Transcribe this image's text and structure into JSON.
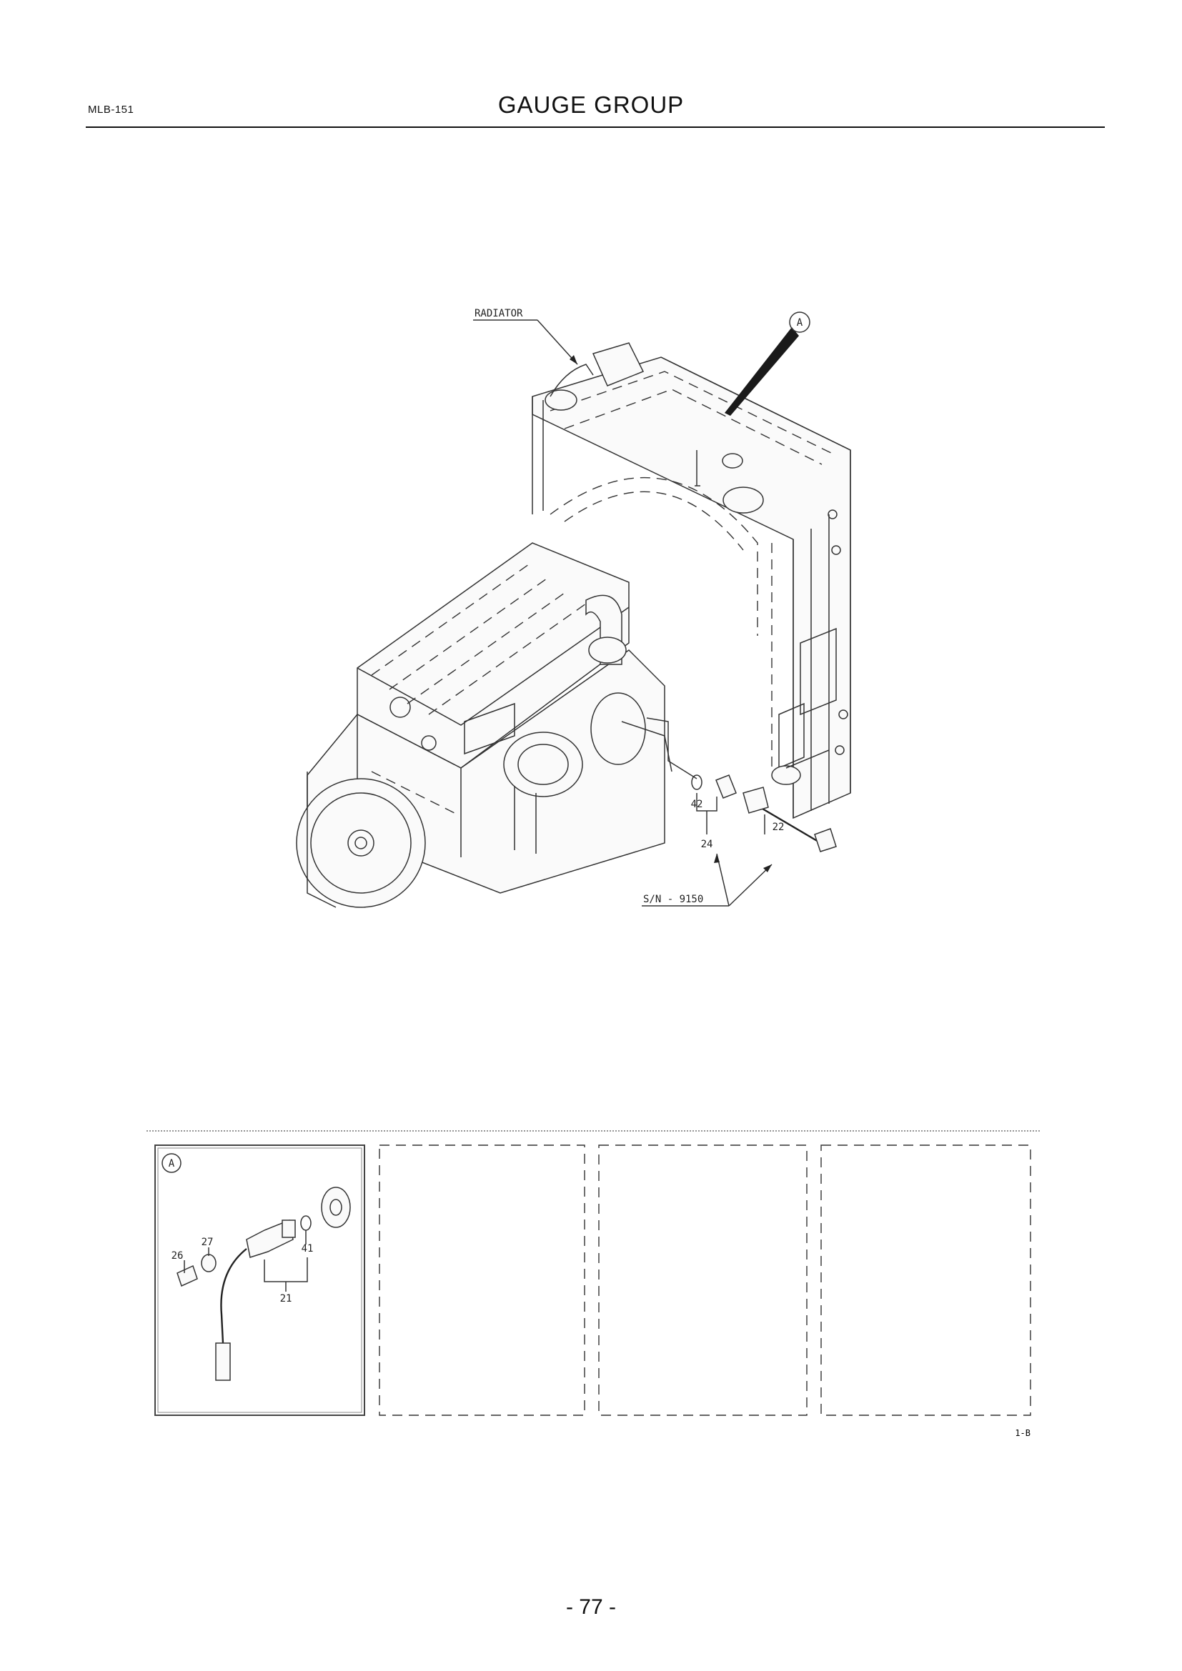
{
  "header": {
    "doc_code": "MLB-151",
    "title": "GAUGE GROUP"
  },
  "main_diagram": {
    "radiator_label": "RADIATOR",
    "detail_marker": "A",
    "serial_note": "S/N - 9150",
    "callouts": [
      "42",
      "24",
      "22"
    ]
  },
  "detail_panel": {
    "marker": "A",
    "callouts": [
      "26",
      "27",
      "41",
      "21"
    ]
  },
  "figure_ref": "1-B",
  "footer": {
    "page_number": "- 77 -"
  }
}
